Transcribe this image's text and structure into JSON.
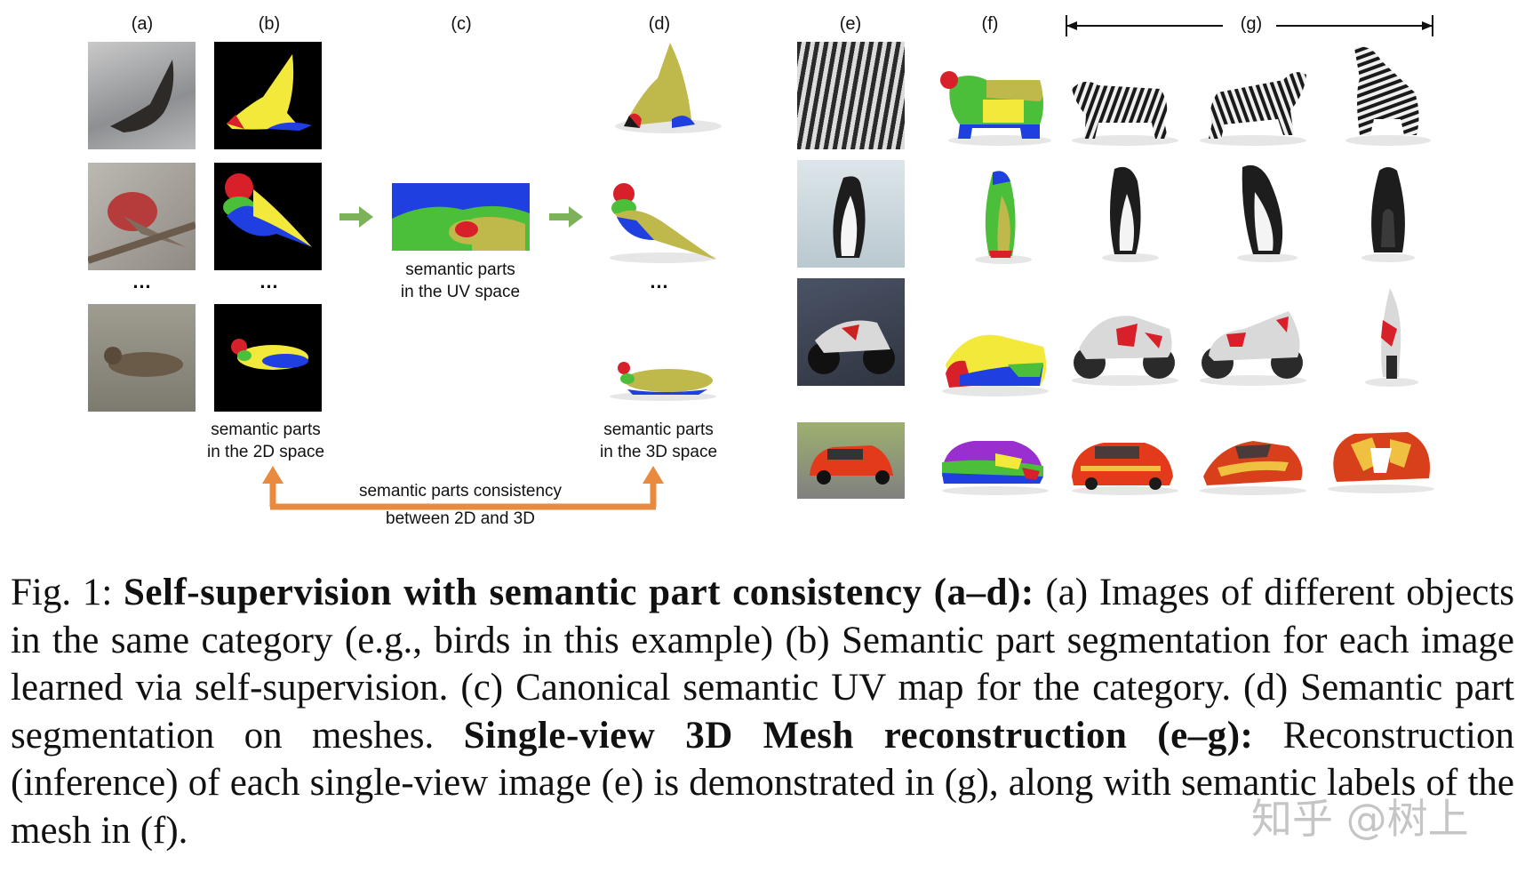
{
  "figure": {
    "panel_labels": [
      "(a)",
      "(b)",
      "(c)",
      "(d)",
      "(e)",
      "(f)",
      "(g)"
    ],
    "ellipsis": "…",
    "uv_caption_1": "semantic parts",
    "uv_caption_2": "in the UV space",
    "seg2d_caption_1": "semantic parts",
    "seg2d_caption_2": "in the 2D space",
    "seg3d_caption_1": "semantic parts",
    "seg3d_caption_2": "in the 3D space",
    "consistency_1": "semantic parts consistency",
    "consistency_2": "between 2D and 3D",
    "colors": {
      "arrow_green": "#7cb35a",
      "arrow_orange": "#e88a40",
      "part_yellow": "#f2e93a",
      "part_blue": "#1f3fe0",
      "part_green": "#4cbf3a",
      "part_red": "#d8202a",
      "olive": "#bfb84a"
    }
  },
  "caption": {
    "fig": "Fig. 1:",
    "bold1": "Self-supervision with semantic part consistency (a–d):",
    "text1": "(a) Images of different objects in the same category (e.g., birds in this example) (b) Semantic part segmentation for each image learned via self-supervision. (c) Canonical semantic UV map for the category. (d) Semantic part segmentation on meshes.",
    "bold2": "Single-view 3D Mesh reconstruction (e–g):",
    "text2": "Reconstruction (inference) of each single-view image (e) is demonstrated in (g), along with semantic labels of the mesh in (f)."
  },
  "watermark": "知乎 @树上"
}
